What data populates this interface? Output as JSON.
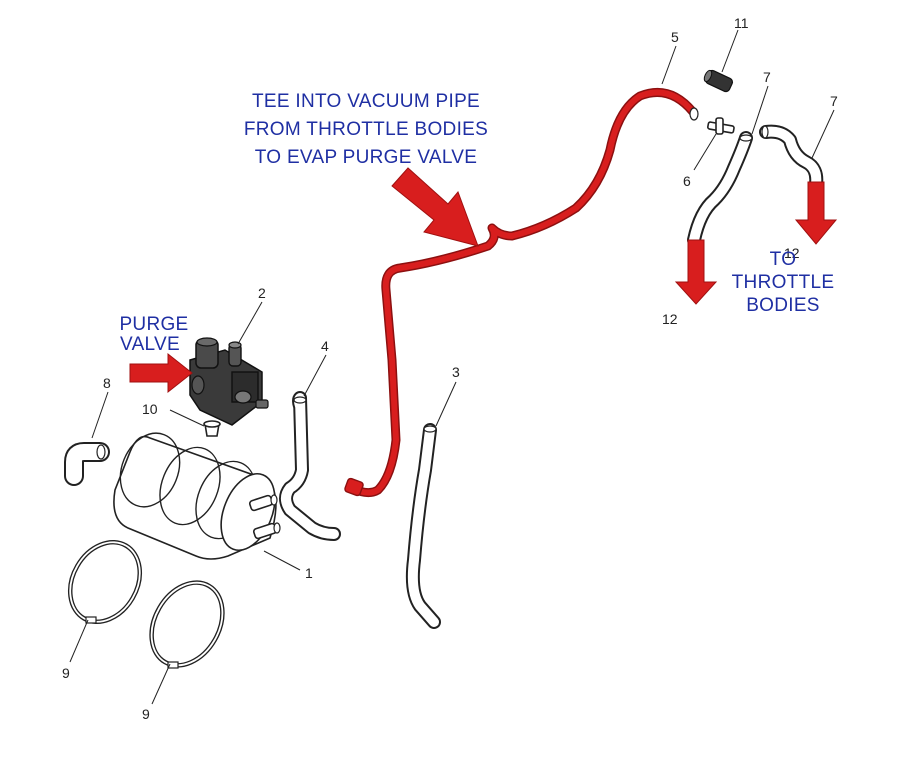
{
  "annotations": {
    "tee_into_line1": "TEE INTO VACUUM PIPE",
    "tee_into_line2": "FROM THROTTLE BODIES",
    "tee_into_line3": "TO EVAP PURGE VALVE",
    "purge_valve_line1": "PURGE",
    "purge_valve_line2": "VALVE",
    "to_throttle_line1": "TO",
    "to_throttle_line2": "THROTTLE",
    "to_throttle_line3": "BODIES"
  },
  "part_numbers": {
    "canister": "1",
    "purge_valve": "2",
    "hose_3": "3",
    "hose_4": "4",
    "vacuum_pipe": "5",
    "tee_connector": "6",
    "hose_7_left": "7",
    "hose_7_right": "7",
    "elbow_hose": "8",
    "clamp_left": "9",
    "clamp_right": "9",
    "screw": "10",
    "cap": "11",
    "to_throttle_left": "12",
    "to_throttle_right": "12"
  },
  "colors": {
    "highlight_red": "#d81e1e",
    "annotation_blue": "#1f2fa3",
    "line_dark": "#222222"
  }
}
